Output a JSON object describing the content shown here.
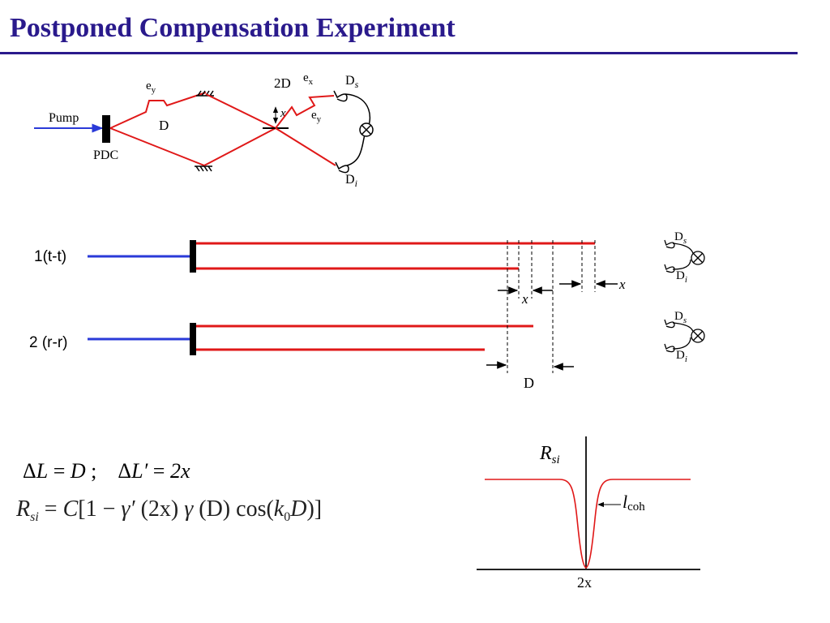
{
  "title": "Postponed Compensation Experiment",
  "colors": {
    "title": "#2a1a8c",
    "beam": "#e01818",
    "pump": "#2a3ad8"
  },
  "top_diagram": {
    "pump": "Pump",
    "pdc": "PDC",
    "ey_upper": "e",
    "ey_upper_sub": "y",
    "d_label": "D",
    "two_d": "2D",
    "ex": "e",
    "ex_sub": "x",
    "ey_right": "e",
    "ey_right_sub": "y",
    "x_label": "x",
    "ds": "D",
    "ds_sub": "s",
    "di": "D",
    "di_sub": "i"
  },
  "middle_diagram": {
    "row1_label": "1(t-t)",
    "row2_label": "2 (r-r)",
    "x_right": "x",
    "x_left": "x",
    "d_bottom": "D",
    "ds": "D",
    "ds_sub": "s",
    "di": "D",
    "di_sub": "i"
  },
  "equation1": {
    "delta": "Δ",
    "L": "L",
    "eq": " = ",
    "D": "D",
    "sep": " ;    ",
    "Lp": "L′",
    "rhs": "2x"
  },
  "equation2": {
    "R": "R",
    "si": "si",
    "eq": " = ",
    "C": "C",
    "open": "[1 − ",
    "gamma_p": "γ′",
    "arg1": " (2x) ",
    "gamma": "γ",
    "arg2": " (D) cos(",
    "k": "k",
    "k_sub": "0",
    "Dend": "D",
    "close": ")]"
  },
  "plot": {
    "y_label": "R",
    "y_label_sub": "si",
    "coh_label": "l",
    "coh_label_sub": "coh",
    "x_label": "2x"
  }
}
